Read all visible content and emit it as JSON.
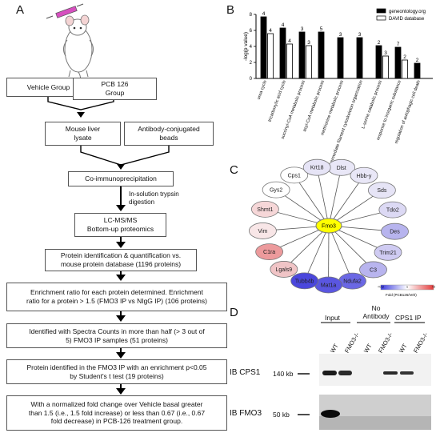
{
  "panels": {
    "a": "A",
    "b": "B",
    "c": "C",
    "d": "D"
  },
  "flow": {
    "vehicle": "Vehicle Group",
    "pcb_line1": "PCB 126",
    "pcb_line2": "Group",
    "lysate_line1": "Mouse liver",
    "lysate_line2": "lysate",
    "beads_line1": "Antibody-conjugated",
    "beads_line2": "beads",
    "coip": "Co-immunoprecipitation",
    "digest_line1": "In-solution trypsin",
    "digest_line2": "digestion",
    "lcms_line1": "LC-MS/MS",
    "lcms_line2": "Bottom-up proteomics",
    "ident_line1": "Protein identification & quantification vs.",
    "ident_line2": "mouse protein database (1196 proteins)",
    "enrich_line1": "Enrichment ratio for each protein determined.  Enrichment",
    "enrich_line2": "ratio for a protein > 1.5 (FMO3 IP vs NIgG IP) (106 proteins)",
    "spectra_line1": "Identified with Spectra Counts in more than half (> 3 out of",
    "spectra_line2": "5) FMO3 IP samples (51 proteins)",
    "ttest_line1": "Protein identified in the FMO3 IP with an enrichment p<0.05",
    "ttest_line2": "by Student's t test (19 proteins)",
    "fold_line1": "With a normalized fold change over Vehicle basal greater",
    "fold_line2": "than 1.5 (i.e., 1.5 fold increase) or less than 0.67 (i.e., 0.67",
    "fold_line3": "fold decrease) in PCB-126 treatment group."
  },
  "chart_data": {
    "type": "bar",
    "ylabel": "-log(p value)",
    "ylim": [
      0,
      8
    ],
    "legend_position": "top-right",
    "categories": [
      "urea cycle",
      "tricarboxylic acid cycle",
      "succinyl-CoA metabolic process",
      "acyl-CoA metabolic process",
      "methionine metabolic process",
      "intermediate filament cytoskeleton organization",
      "L-serine catabolic process",
      "response to inorganic substance",
      "regulation of autophagic cell death"
    ],
    "series": [
      {
        "name": "geneontology.org",
        "color": "#000000",
        "values": [
          7.7,
          6.3,
          5.8,
          5.8,
          5.1,
          5.1,
          4.1,
          3.9,
          1.9
        ],
        "labels": [
          "4",
          "4",
          "3",
          "5",
          "3",
          "3",
          "2",
          "7",
          "2"
        ]
      },
      {
        "name": "DAVID database",
        "color": "#ffffff",
        "values": [
          5.6,
          4.3,
          4.1,
          null,
          null,
          null,
          2.8,
          2.3,
          null
        ],
        "labels": [
          "4",
          "4",
          "3",
          "",
          "",
          "",
          "3",
          "2",
          ""
        ]
      }
    ]
  },
  "network": {
    "center": "Fmo3",
    "nodes": [
      {
        "label": "Dlst",
        "color": "#e9e7f7"
      },
      {
        "label": "Hbb-y",
        "color": "#e9e7f7"
      },
      {
        "label": "Sds",
        "color": "#e6e4f6"
      },
      {
        "label": "Tdo2",
        "color": "#dcd9f4"
      },
      {
        "label": "Des",
        "color": "#b7b4ee"
      },
      {
        "label": "Trim21",
        "color": "#cfcbf2"
      },
      {
        "label": "C3",
        "color": "#b8b4ee"
      },
      {
        "label": "Ndufa2",
        "color": "#6b68e4"
      },
      {
        "label": "Mat1a",
        "color": "#5a56e0"
      },
      {
        "label": "Tubb4b",
        "color": "#4b47dc"
      },
      {
        "label": "Lgals9",
        "color": "#f0c4c6"
      },
      {
        "label": "C1ra",
        "color": "#ec9a9c"
      },
      {
        "label": "Vim",
        "color": "#f8e6e7"
      },
      {
        "label": "Shmt1",
        "color": "#f6d7d8"
      },
      {
        "label": "Gys2",
        "color": "#ffffff"
      },
      {
        "label": "Cps1",
        "color": "#ffffff"
      },
      {
        "label": "Krt18",
        "color": "#e6e4f6"
      }
    ],
    "legend": {
      "title": "Fold (PCB126/Veh)",
      "min": "<0.2",
      "mid": "1",
      "max": ">2"
    }
  },
  "blot": {
    "headers": {
      "input": "Input",
      "noab_line1": "No",
      "noab_line2": "Antibody",
      "cps1ip": "CPS1 IP"
    },
    "lanes": [
      "WT",
      "FMO3-/-",
      "WT",
      "FMO3-/-",
      "WT",
      "FMO3-/-"
    ],
    "rows": [
      {
        "ib": "IB CPS1",
        "mw": "140 kb"
      },
      {
        "ib": "IB FMO3",
        "mw": "50 kb"
      }
    ]
  }
}
